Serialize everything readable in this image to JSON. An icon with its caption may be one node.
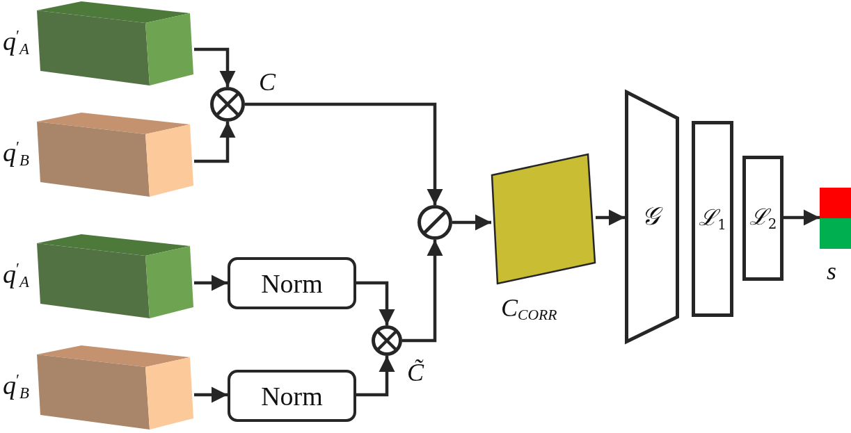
{
  "diagram": {
    "nodes": [
      {
        "text": [
          "q$^{′}$$_{A}$"
        ]
      },
      {
        "text": [
          "q$^{′}$$_{B}$"
        ]
      },
      {
        "text": [],
        "shape": "circle",
        "beside": [
          "C"
        ]
      },
      {
        "text": [
          "q$^{′}$$_{A}$"
        ]
      },
      {
        "text": [
          "q$^{′}$$_{B}$"
        ]
      },
      {
        "text": [
          "Norm"
        ]
      },
      {
        "text": [
          "Norm"
        ]
      },
      {
        "text": [],
        "shape": "circle",
        "beside": [
          "C̃"
        ]
      },
      {
        "text": [],
        "shape": "circle"
      },
      {
        "text": [],
        "shape": "box",
        "beside": [
          "C$_{CORR}$"
        ]
      },
      {
        "text": [
          "𝒢"
        ]
      },
      {
        "text": [
          "ℒ$_{1}$"
        ]
      },
      {
        "text": [
          "ℒ$_{2}$"
        ]
      },
      {
        "text": [],
        "shape": "box",
        "beside": [
          "s"
        ]
      }
    ],
    "edges": [
      {
        "from": 0,
        "to": 2,
        "arrow": "to"
      },
      {
        "from": 1,
        "to": 2,
        "arrow": "to"
      },
      {
        "from": 2,
        "to": 8,
        "arrow": "to"
      },
      {
        "from": 3,
        "to": 5,
        "arrow": "to"
      },
      {
        "from": 4,
        "to": 6,
        "arrow": "to"
      },
      {
        "from": 5,
        "to": 7,
        "arrow": "to"
      },
      {
        "from": 6,
        "to": 7,
        "arrow": "to"
      },
      {
        "from": 7,
        "to": 8,
        "arrow": "to"
      },
      {
        "from": 8,
        "to": 9,
        "arrow": "to"
      },
      {
        "from": 9,
        "to": 10,
        "arrow": "to"
      },
      {
        "from": 12,
        "to": 13,
        "arrow": "to"
      }
    ]
  }
}
